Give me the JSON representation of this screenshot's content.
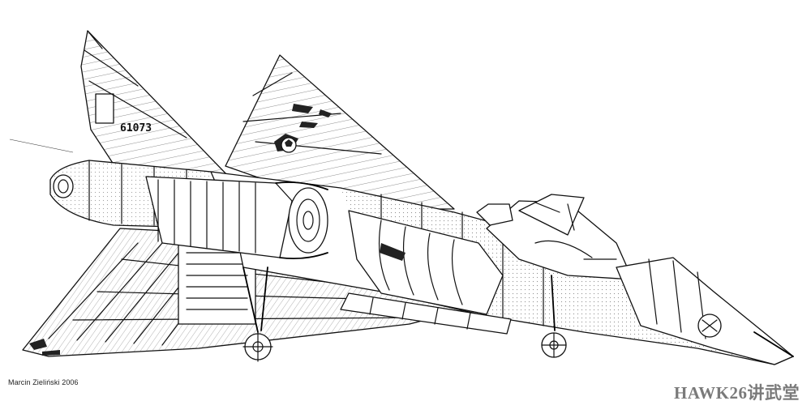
{
  "figure": {
    "subject": "aircraft-cutaway",
    "background_color": "#ffffff",
    "line_color": "#111111",
    "tail_serial": "61073",
    "credit": "Marcin Zieliński 2006",
    "watermark": "HAWK26讲武堂"
  }
}
